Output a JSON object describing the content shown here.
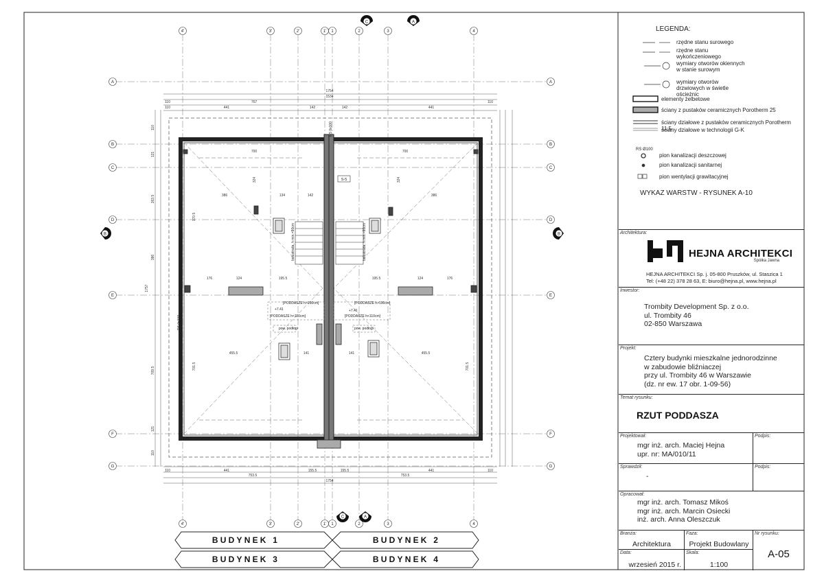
{
  "legend": {
    "title": "LEGENDA:",
    "items": [
      "rzędne stanu surowego",
      "rzędne stanu wykończeniowego",
      "wymiary otworów okiennych w stanie surowym",
      "wymiary otworów drzwiowych w świetle ościeżnic",
      "elementy żelbetowe",
      "ściany z pustaków ceramicznych Porotherm 25",
      "ściany działowe z pustaków ceramicznych Porotherm 11,5",
      "ściany działowe w technologii G-K",
      "pion kanalizacji deszczowej",
      "pion kanalizacji sanitarnej",
      "pion wentylacji grawitacyjnej"
    ],
    "rs_label": "RS Ø100",
    "layers_note": "WYKAZ WARSTW - RYSUNEK A-10"
  },
  "title_block": {
    "architecture_label": "Architektura:",
    "firm_name": "HEJNA ARCHITEKCI",
    "firm_sub": "Spółka Jawna",
    "firm_address": "HEJNA ARCHITEKCI Sp. j. 05-800 Pruszków, ul. Staszica 1",
    "firm_contact": "Tel: (+48 22) 378 28 63, E: biuro@hejna.pl, www.hejna.pl",
    "investor_label": "Inwestor:",
    "investor_lines": [
      "Trombity Development Sp. z o.o.",
      "ul. Trombity 46",
      "02-850 Warszawa"
    ],
    "project_label": "Projekt:",
    "project_lines": [
      "Cztery budynki mieszkalne jednorodzinne",
      "w zabudowie bliźniaczej",
      "przy ul. Trombity 46 w Warszawie",
      "(dz. nr ew. 17 obr. 1-09-56)"
    ],
    "drawing_label": "Temat rysunku:",
    "drawing_title": "RZUT PODDASZA",
    "designer_label": "Projektował:",
    "designer_lines": [
      "mgr inż. arch. Maciej Hejna",
      "upr. nr: MA/010/11"
    ],
    "signature_label": "Podpis:",
    "checked_label": "Sprawdził:",
    "checked_value": "-",
    "prepared_label": "Opracował:",
    "prepared_lines": [
      "mgr inż. arch. Tomasz Mikoś",
      "mgr inż. arch. Marcin Osiecki",
      "inż. arch. Anna Oleszczuk"
    ],
    "branch_label": "Branża:",
    "branch_value": "Architektura",
    "phase_label": "Faza:",
    "phase_value": "Projekt Budowlany",
    "number_label": "Nr rysunku:",
    "number_value": "A-05",
    "date_label": "Data:",
    "date_value": "wrzesień 2015 r.",
    "scale_label": "Skala:",
    "scale_value": "1:100"
  },
  "buildings": [
    "BUDYNEK 1",
    "BUDYNEK 2",
    "BUDYNEK 3",
    "BUDYNEK 4"
  ],
  "axes": {
    "vertical": [
      "4'",
      "3'",
      "2'",
      "1'",
      "1",
      "2",
      "3",
      "4"
    ],
    "horizontal": [
      "A",
      "B",
      "C",
      "D",
      "E",
      "F",
      "G"
    ],
    "sections": [
      "A",
      "B",
      "C"
    ]
  },
  "plan": {
    "dims_top": [
      "1754",
      "1534",
      "110",
      "767",
      "110",
      "441",
      "142",
      "142",
      "441",
      "110"
    ],
    "dims_bottom": [
      "110",
      "441",
      "155.5",
      "155.5",
      "441",
      "110",
      "753.5",
      "753.5",
      "1754"
    ],
    "dims_side": [
      "110",
      "121",
      "263.5",
      "386",
      "1757",
      "709.5",
      "121",
      "110"
    ],
    "inner_labels": [
      "700",
      "700",
      "455.5",
      "455.5",
      "176",
      "176",
      "124",
      "124",
      "386",
      "386",
      "134",
      "142",
      "324",
      "324",
      "195.5",
      "195.5",
      "141",
      "141",
      "170.5",
      "701.5",
      "701.5",
      "S-5",
      "RS 0x100"
    ],
    "room_labels": [
      "bolustrada, h min.=90cm",
      "bolustrada, h min.=90cm",
      "[PODDASZE h>190cm]",
      "[PODDASZE h>190cm]",
      "[PODDASZE h<110cm]",
      "[PODDASZE h<110cm]",
      "pow. podłogi",
      "pow. podłogi",
      "+7.41",
      "+7.41"
    ]
  }
}
